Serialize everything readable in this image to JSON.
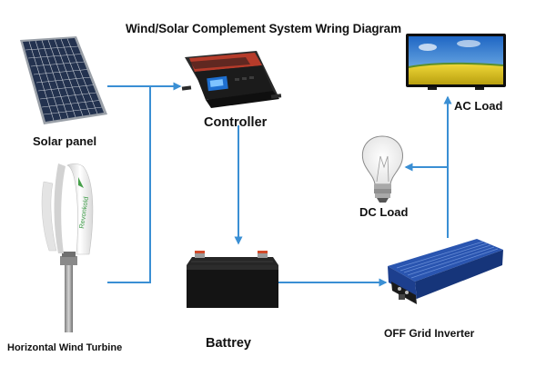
{
  "title": "Wind/Solar Complement System Wring Diagram",
  "nodes": {
    "solar_panel": {
      "label": "Solar panel"
    },
    "controller": {
      "label": "Controller"
    },
    "ac_load": {
      "label": "AC Load"
    },
    "dc_load": {
      "label": "DC Load"
    },
    "wind_turbine": {
      "label": "Horizontal Wind Turbine"
    },
    "battery": {
      "label": "Battrey"
    },
    "inverter": {
      "label": "OFF Grid Inverter"
    }
  },
  "turbine_brand": "Revonkold",
  "colors": {
    "arrow": "#3a8fd4",
    "solar_cell": "#23324f",
    "controller_body": "#1b1b1b",
    "controller_accent": "#b63b2a",
    "battery_body": "#141414",
    "inverter_body": "#1f4aa3",
    "tv_screen_sky": "#2f7fd6",
    "tv_screen_field": "#e6c81b"
  }
}
